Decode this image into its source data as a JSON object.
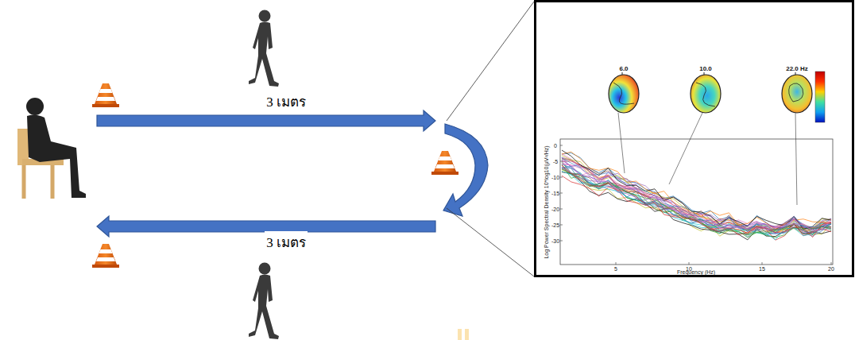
{
  "diagram": {
    "labels": [
      "3 เมตร",
      "3 เมตร",
      "6.0",
      "10.0",
      "22.0 Hz",
      "Log Power Spectral Density 10*log10(μV²/Hz)",
      "Frequency (Hz)",
      "5",
      "10",
      "15",
      "20",
      "0",
      "-5",
      "-10",
      "-15",
      "-20",
      "-25",
      "-30"
    ]
  }
}
